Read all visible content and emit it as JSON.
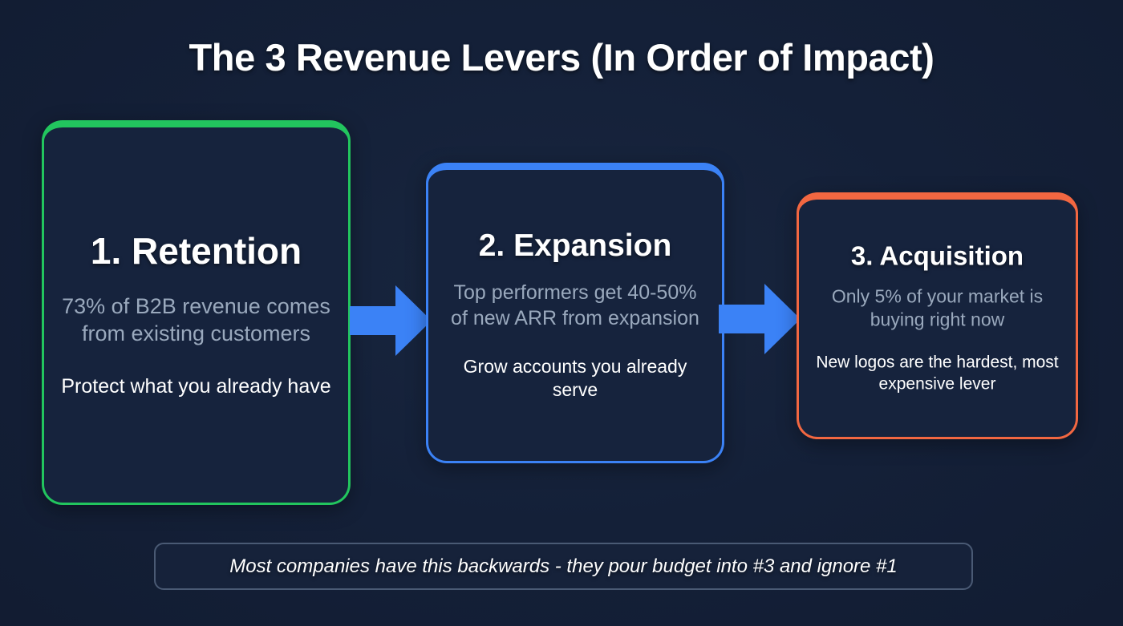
{
  "title": "The 3 Revenue Levers (In Order of Impact)",
  "cards": [
    {
      "heading": "1. Retention",
      "stat": "73% of B2B revenue comes from existing customers",
      "action": "Protect what you already have",
      "accent": "#22c55e"
    },
    {
      "heading": "2. Expansion",
      "stat": "Top performers get 40-50% of new ARR from expansion",
      "action": "Grow accounts you already serve",
      "accent": "#3b82f6"
    },
    {
      "heading": "3. Acquisition",
      "stat": "Only 5% of your market is buying right now",
      "action": "New logos are the hardest, most expensive lever",
      "accent": "#f26741"
    }
  ],
  "arrows": {
    "color": "#3b82f6",
    "count": 2
  },
  "footnote": "Most companies have this backwards - they pour budget into #3 and ignore #1",
  "colors": {
    "background": "#121d33",
    "card_fill": "#16233d",
    "heading_text": "#ffffff",
    "stat_text": "#9aa9bd",
    "action_text": "#ffffff",
    "footnote_border": "#4a5a74"
  }
}
